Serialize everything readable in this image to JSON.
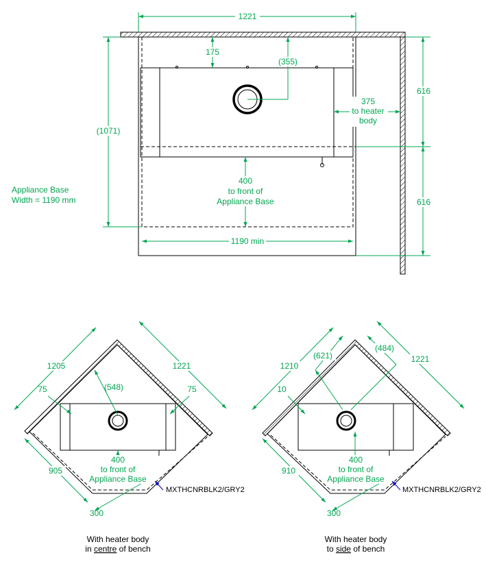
{
  "top_view": {
    "dim_width_top": "1221",
    "dim_175": "175",
    "dim_355": "(355)",
    "dim_375_line1": "375",
    "dim_375_line2": "to heater",
    "dim_375_line3": "body",
    "dim_616_upper": "616",
    "dim_616_lower": "616",
    "dim_1071": "(1071)",
    "dim_400_line1": "400",
    "dim_400_line2": "to front of",
    "dim_400_line3": "Appliance Base",
    "dim_1190_min": "1190 min",
    "appliance_base_line1": "Appliance Base",
    "appliance_base_line2": "Width = 1190 mm"
  },
  "corner_left": {
    "dim_1205": "1205",
    "dim_1221": "1221",
    "dim_75_left": "75",
    "dim_75_right": "75",
    "dim_548": "(548)",
    "dim_905": "905",
    "dim_300": "300",
    "dim_400_line1": "400",
    "dim_400_line2": "to front of",
    "dim_400_line3": "Appliance Base",
    "part_label": "MXTHCNRBLK2/GRY2",
    "caption_line1": "With heater body",
    "caption_line2_pre": "in ",
    "caption_line2_u": "centre",
    "caption_line2_post": " of bench"
  },
  "corner_right": {
    "dim_1210": "1210",
    "dim_1221": "1221",
    "dim_10": "10",
    "dim_621": "(621)",
    "dim_484": "(484)",
    "dim_910": "910",
    "dim_300": "300",
    "dim_400_line1": "400",
    "dim_400_line2": "to front of",
    "dim_400_line3": "Appliance Base",
    "part_label": "MXTHCNRBLK2/GRY2",
    "caption_line1": "With heater body",
    "caption_line2_pre": "to ",
    "caption_line2_u": "side",
    "caption_line2_post": " of bench"
  },
  "colors": {
    "dimension": "#00a651",
    "outline": "#000000"
  }
}
